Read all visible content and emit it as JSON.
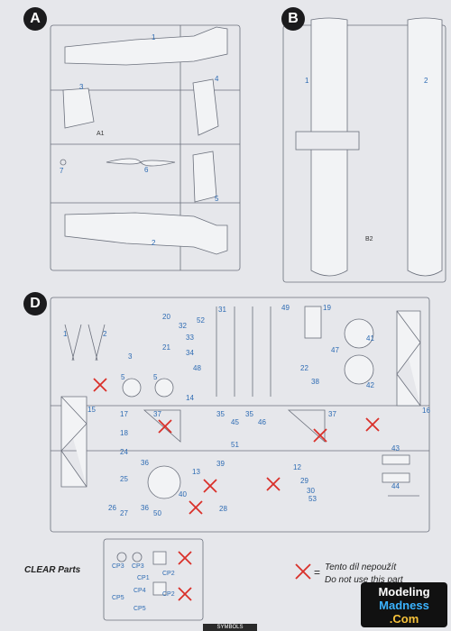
{
  "sections": {
    "a": "A",
    "b": "B",
    "d": "D"
  },
  "sprue_a": {
    "parts": [
      "1",
      "2",
      "3",
      "4",
      "5",
      "6",
      "7"
    ],
    "code": "A1"
  },
  "sprue_b": {
    "parts": [
      "1",
      "2"
    ],
    "code": "B2"
  },
  "sprue_d": {
    "parts": [
      "1",
      "2",
      "3",
      "5",
      "5",
      "12",
      "13",
      "14",
      "15",
      "16",
      "17",
      "18",
      "19",
      "20",
      "21",
      "22",
      "24",
      "25",
      "26",
      "27",
      "28",
      "29",
      "30",
      "31",
      "32",
      "33",
      "34",
      "35",
      "35",
      "36",
      "36",
      "37",
      "37",
      "38",
      "39",
      "40",
      "41",
      "42",
      "43",
      "44",
      "45",
      "46",
      "47",
      "48",
      "49",
      "50",
      "51",
      "52",
      "53"
    ]
  },
  "clear_parts": {
    "title": "CLEAR Parts",
    "items": [
      "CP3",
      "CP3",
      "CP2",
      "CP1",
      "CP4",
      "CP2",
      "CP5",
      "CP5"
    ]
  },
  "legend": {
    "czech": "Tento díl nepoužít",
    "english": "Do not use this part",
    "equals": "="
  },
  "watermark": {
    "line1": "Modeling",
    "line2": "Madness",
    "line3": ".Com"
  },
  "footer": {
    "symbols": "SYMBOLS"
  },
  "colors": {
    "part_number": "#2d6bb3",
    "cross": "#d9302a",
    "line": "#555a66"
  }
}
